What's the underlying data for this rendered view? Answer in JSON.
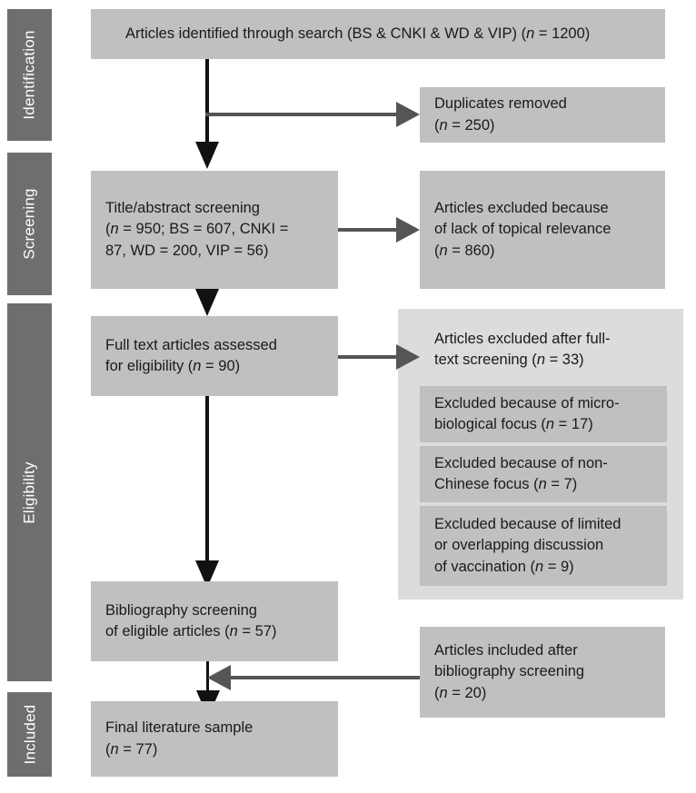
{
  "diagram": {
    "title": "PRISMA literature selection flow diagram",
    "colors": {
      "stage_bar": "#6e6e6e",
      "box_fill": "#c0c0c0",
      "group_panel": "#dcdcdc",
      "arrow_black": "#111111",
      "arrow_gray": "#555555",
      "text": "#1a1a1a",
      "stage_text": "#ffffff",
      "background": "#ffffff"
    }
  },
  "stages": [
    {
      "id": "identification",
      "label": "Identification"
    },
    {
      "id": "screening",
      "label": "Screening"
    },
    {
      "id": "eligibility",
      "label": "Eligibility"
    },
    {
      "id": "included",
      "label": "Included"
    }
  ],
  "boxes": {
    "identified": {
      "lines": [
        "Articles identified through search (BS & CNKI & WD & VIP) (n = 1200)"
      ],
      "n": 1200
    },
    "duplicates_removed": {
      "lines": [
        "Duplicates removed",
        "(n = 250)"
      ],
      "n": 250
    },
    "title_abstract_screening": {
      "lines": [
        "Title/abstract screening",
        "(n = 950; BS = 607, CNKI =",
        "87, WD = 200, VIP = 56)"
      ],
      "n": 950,
      "breakdown": {
        "BS": 607,
        "CNKI": 87,
        "WD": 200,
        "VIP": 56
      }
    },
    "excluded_topical": {
      "lines": [
        "Articles excluded because",
        "of lack of topical relevance",
        "(n = 860)"
      ],
      "n": 860
    },
    "full_text_assessed": {
      "lines": [
        "Full text articles assessed",
        "for eligibility (n = 90)"
      ],
      "n": 90
    },
    "excluded_fulltext": {
      "lines": [
        "Articles excluded after full-",
        "text screening (n = 33)"
      ],
      "n": 33
    },
    "excluded_microbiological": {
      "lines": [
        "Excluded because of micro-",
        "biological focus (n = 17)"
      ],
      "n": 17
    },
    "excluded_nonchinese": {
      "lines": [
        "Excluded because of non-",
        "Chinese focus (n = 7)"
      ],
      "n": 7
    },
    "excluded_limited": {
      "lines": [
        "Excluded because of limited",
        "or overlapping discussion",
        "of vaccination (n = 9)"
      ],
      "n": 9
    },
    "bibliography_screening": {
      "lines": [
        "Bibliography screening",
        "of eligible articles (n = 57)"
      ],
      "n": 57
    },
    "included_bibliography": {
      "lines": [
        "Articles included after",
        "bibliography screening",
        "(n = 20)"
      ],
      "n": 20
    },
    "final_sample": {
      "lines": [
        "Final literature sample",
        "(n = 77)"
      ],
      "n": 77
    }
  }
}
